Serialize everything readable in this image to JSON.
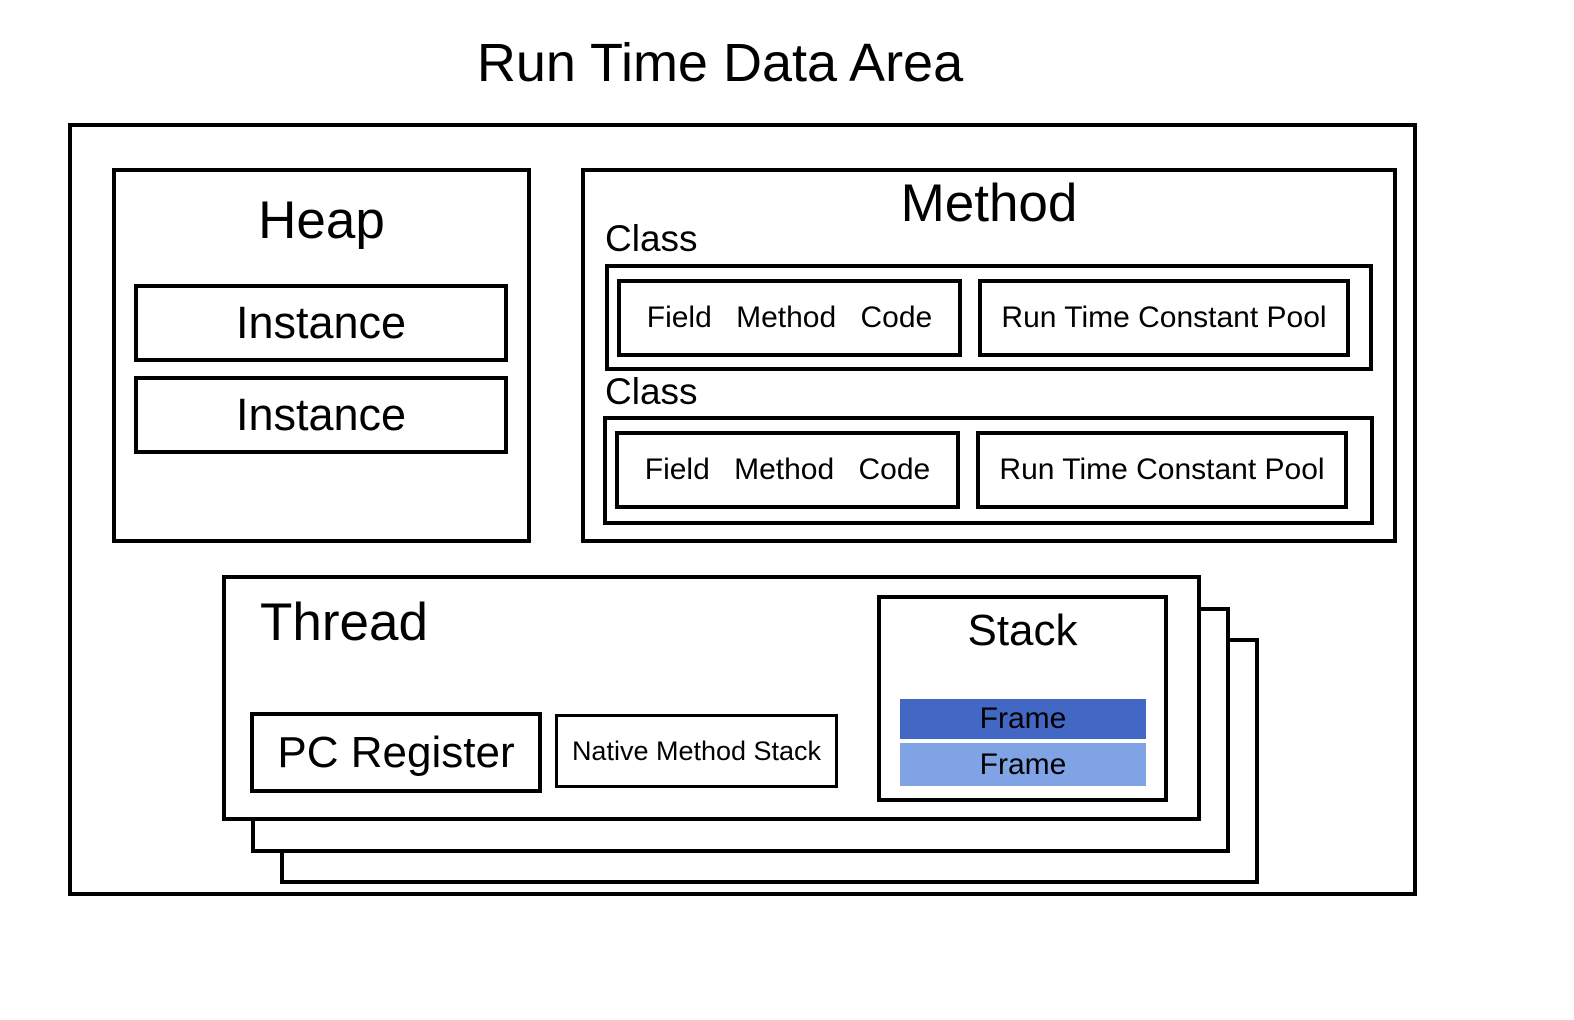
{
  "title": "Run Time Data Area",
  "colors": {
    "frame_dark": "#4267c4",
    "frame_light": "#80a3e5",
    "border": "#000000",
    "background": "#ffffff"
  },
  "heap": {
    "title": "Heap",
    "instances": [
      "Instance",
      "Instance"
    ]
  },
  "method": {
    "title": "Method",
    "classes": [
      {
        "label": "Class",
        "field_method_code": "Field Method Code",
        "runtime_constant_pool": "Run Time Constant Pool"
      },
      {
        "label": "Class",
        "field_method_code": "Field Method Code",
        "runtime_constant_pool": "Run Time Constant Pool"
      }
    ]
  },
  "thread": {
    "title": "Thread",
    "pc_register": "PC Register",
    "native_method_stack": "Native Method Stack",
    "stack": {
      "title": "Stack",
      "frames": [
        "Frame",
        "Frame"
      ]
    }
  }
}
